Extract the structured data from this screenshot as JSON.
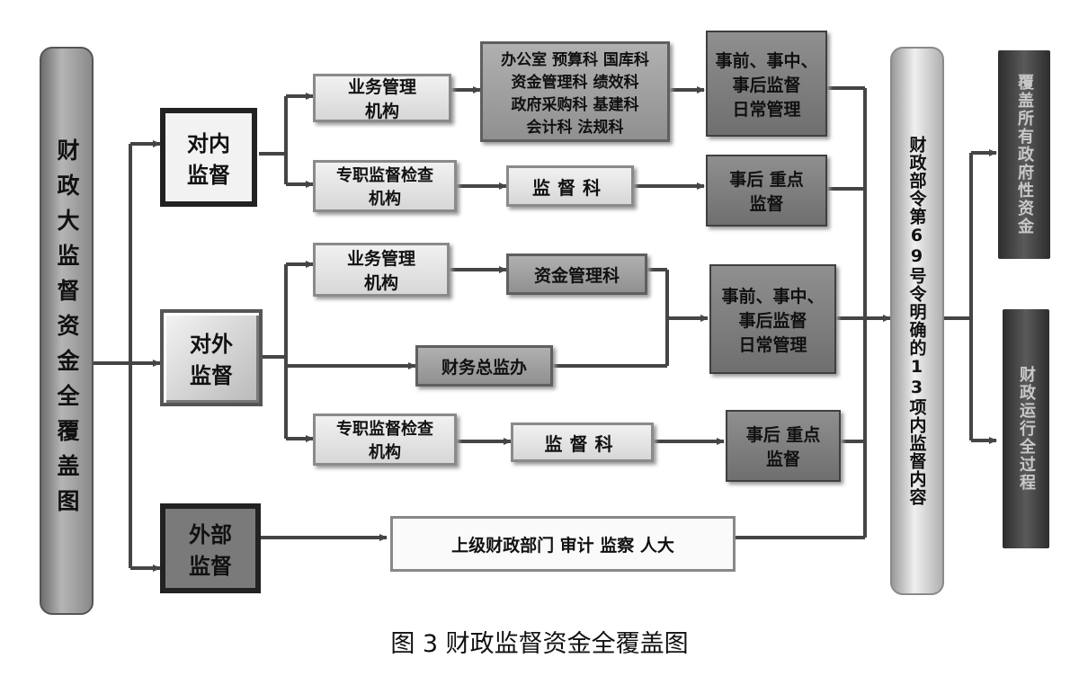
{
  "root": "财政大监督资金全覆盖图",
  "inner": {
    "label": "对内\n监督",
    "business_org": "业务管理\n机构",
    "sections": "办公室 预算科 国库科\n资金管理科 绩效科\n政府采购科 基建科\n会计科 法规科",
    "daily_mgmt": "事前、事中、\n事后监督\n日常管理",
    "special_org": "专职监督检查\n机构",
    "supervision_dept": "监督科",
    "post_focus": "事后 重点\n监督"
  },
  "outer": {
    "label": "对外\n监督",
    "business_org": "业务管理\n机构",
    "fund_dept": "资金管理科",
    "finance_office": "财务总监办",
    "daily_mgmt": "事前、事中、\n事后监督\n日常管理",
    "special_org": "专职监督检查\n机构",
    "supervision_dept": "监督科",
    "post_focus": "事后 重点\n监督"
  },
  "external": {
    "label": "外部\n监督",
    "bodies": "上级财政部门 审计 监察 人大"
  },
  "decree": "财政部令第69号令明确的13项内监督内容",
  "outcomes": {
    "cover_all": "覆盖所有政府性资金",
    "whole_process": "财政运行全过程"
  },
  "caption": "图 3 财政监督资金全覆盖图",
  "colors": {
    "line": "#454545"
  }
}
